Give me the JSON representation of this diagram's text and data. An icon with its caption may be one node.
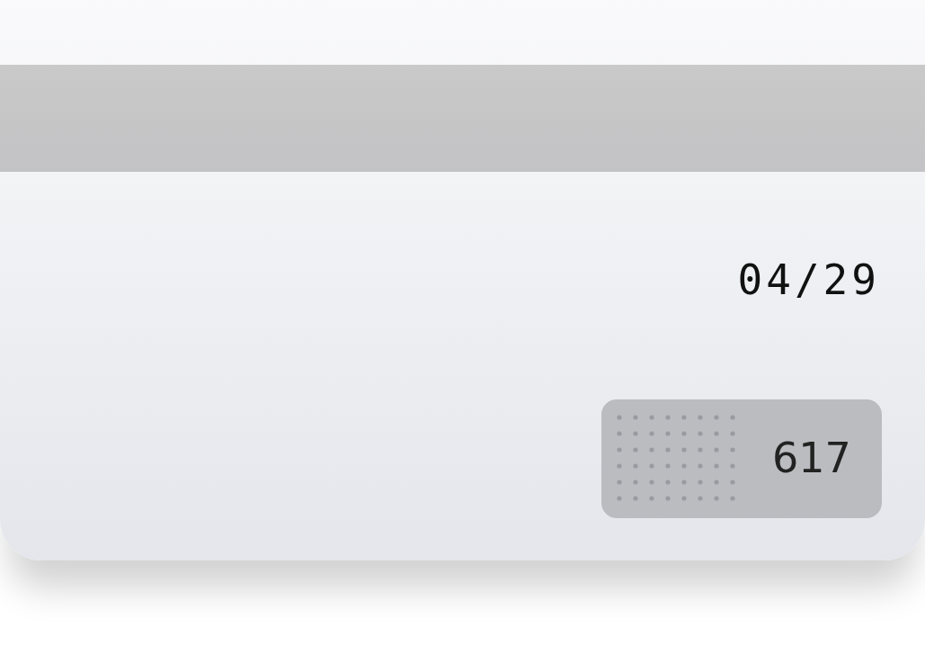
{
  "diagram": {
    "nodes": [
      {
        "text": [
          "04/29"
        ]
      },
      {
        "text": [
          "617"
        ],
        "in": 0
      }
    ]
  }
}
